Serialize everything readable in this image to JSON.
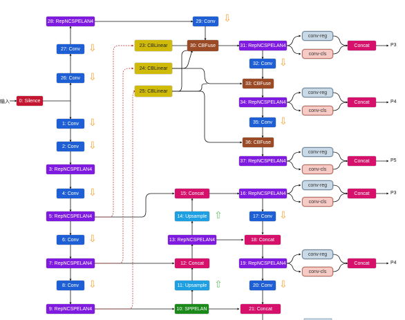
{
  "input_label": "输入",
  "outputs": {
    "p3": "P3",
    "p4": "P4",
    "p5": "P5"
  },
  "nodes": {
    "n0": "0: Silence",
    "n1": "1: Conv",
    "n2": "2: Conv",
    "n3": "3: RepNCSPELAN4",
    "n4": "4: Conv",
    "n5": "5: RepNCSPELAN4",
    "n6": "6: Conv",
    "n7": "7: RepNCSPELAN4",
    "n8": "8: Conv",
    "n9": "9: RepNCSPELAN4",
    "n10": "10: SPPELAN",
    "n11": "11: Upsample",
    "n12": "12: Concat",
    "n13": "13: RepNCSPELAN4",
    "n14": "14: Upsample",
    "n15": "15: Concat",
    "n16": "16: RepNCSPELAN4",
    "n17": "17: Conv",
    "n18": "18: Concat",
    "n19": "19: RepNCSPELAN4",
    "n20": "20: Conv",
    "n21": "21: Concat",
    "n23": "23: CBLinear",
    "n24": "24: CBLinear",
    "n25": "25: CBLinear",
    "n26": "26: Conv",
    "n27": "27: Conv",
    "n28": "28: RepNCSPELAN4",
    "n29": "29: Conv",
    "n30": "30: CBFuse",
    "n31": "31: RepNCSPELAN4",
    "n32": "32: Conv",
    "n33": "33: CBFuse",
    "n34": "34: RepNCSPELAN4",
    "n35": "35: Conv",
    "n36": "36: CBFuse",
    "n37": "37: RepNCSPELAN4"
  },
  "heads": {
    "conv_reg": "conv-reg",
    "conv_cls": "conv-cls",
    "concat": "Concat"
  },
  "colors": {
    "conv": "#1f5fd6",
    "repncspelan4": "#7f1be0",
    "silence": "#c41630",
    "concat": "#d5116b",
    "cbfuse": "#9a4b26",
    "cblinear": "#d0bb0b",
    "upsample": "#1d9fe2",
    "sppelan": "#1b8a1b",
    "conv_reg": "#c9d9e6",
    "conv_cls": "#f7cbc5",
    "down_indicator": "#f0a535",
    "up_indicator": "#6cc26c",
    "dashed_link": "#b32020"
  }
}
